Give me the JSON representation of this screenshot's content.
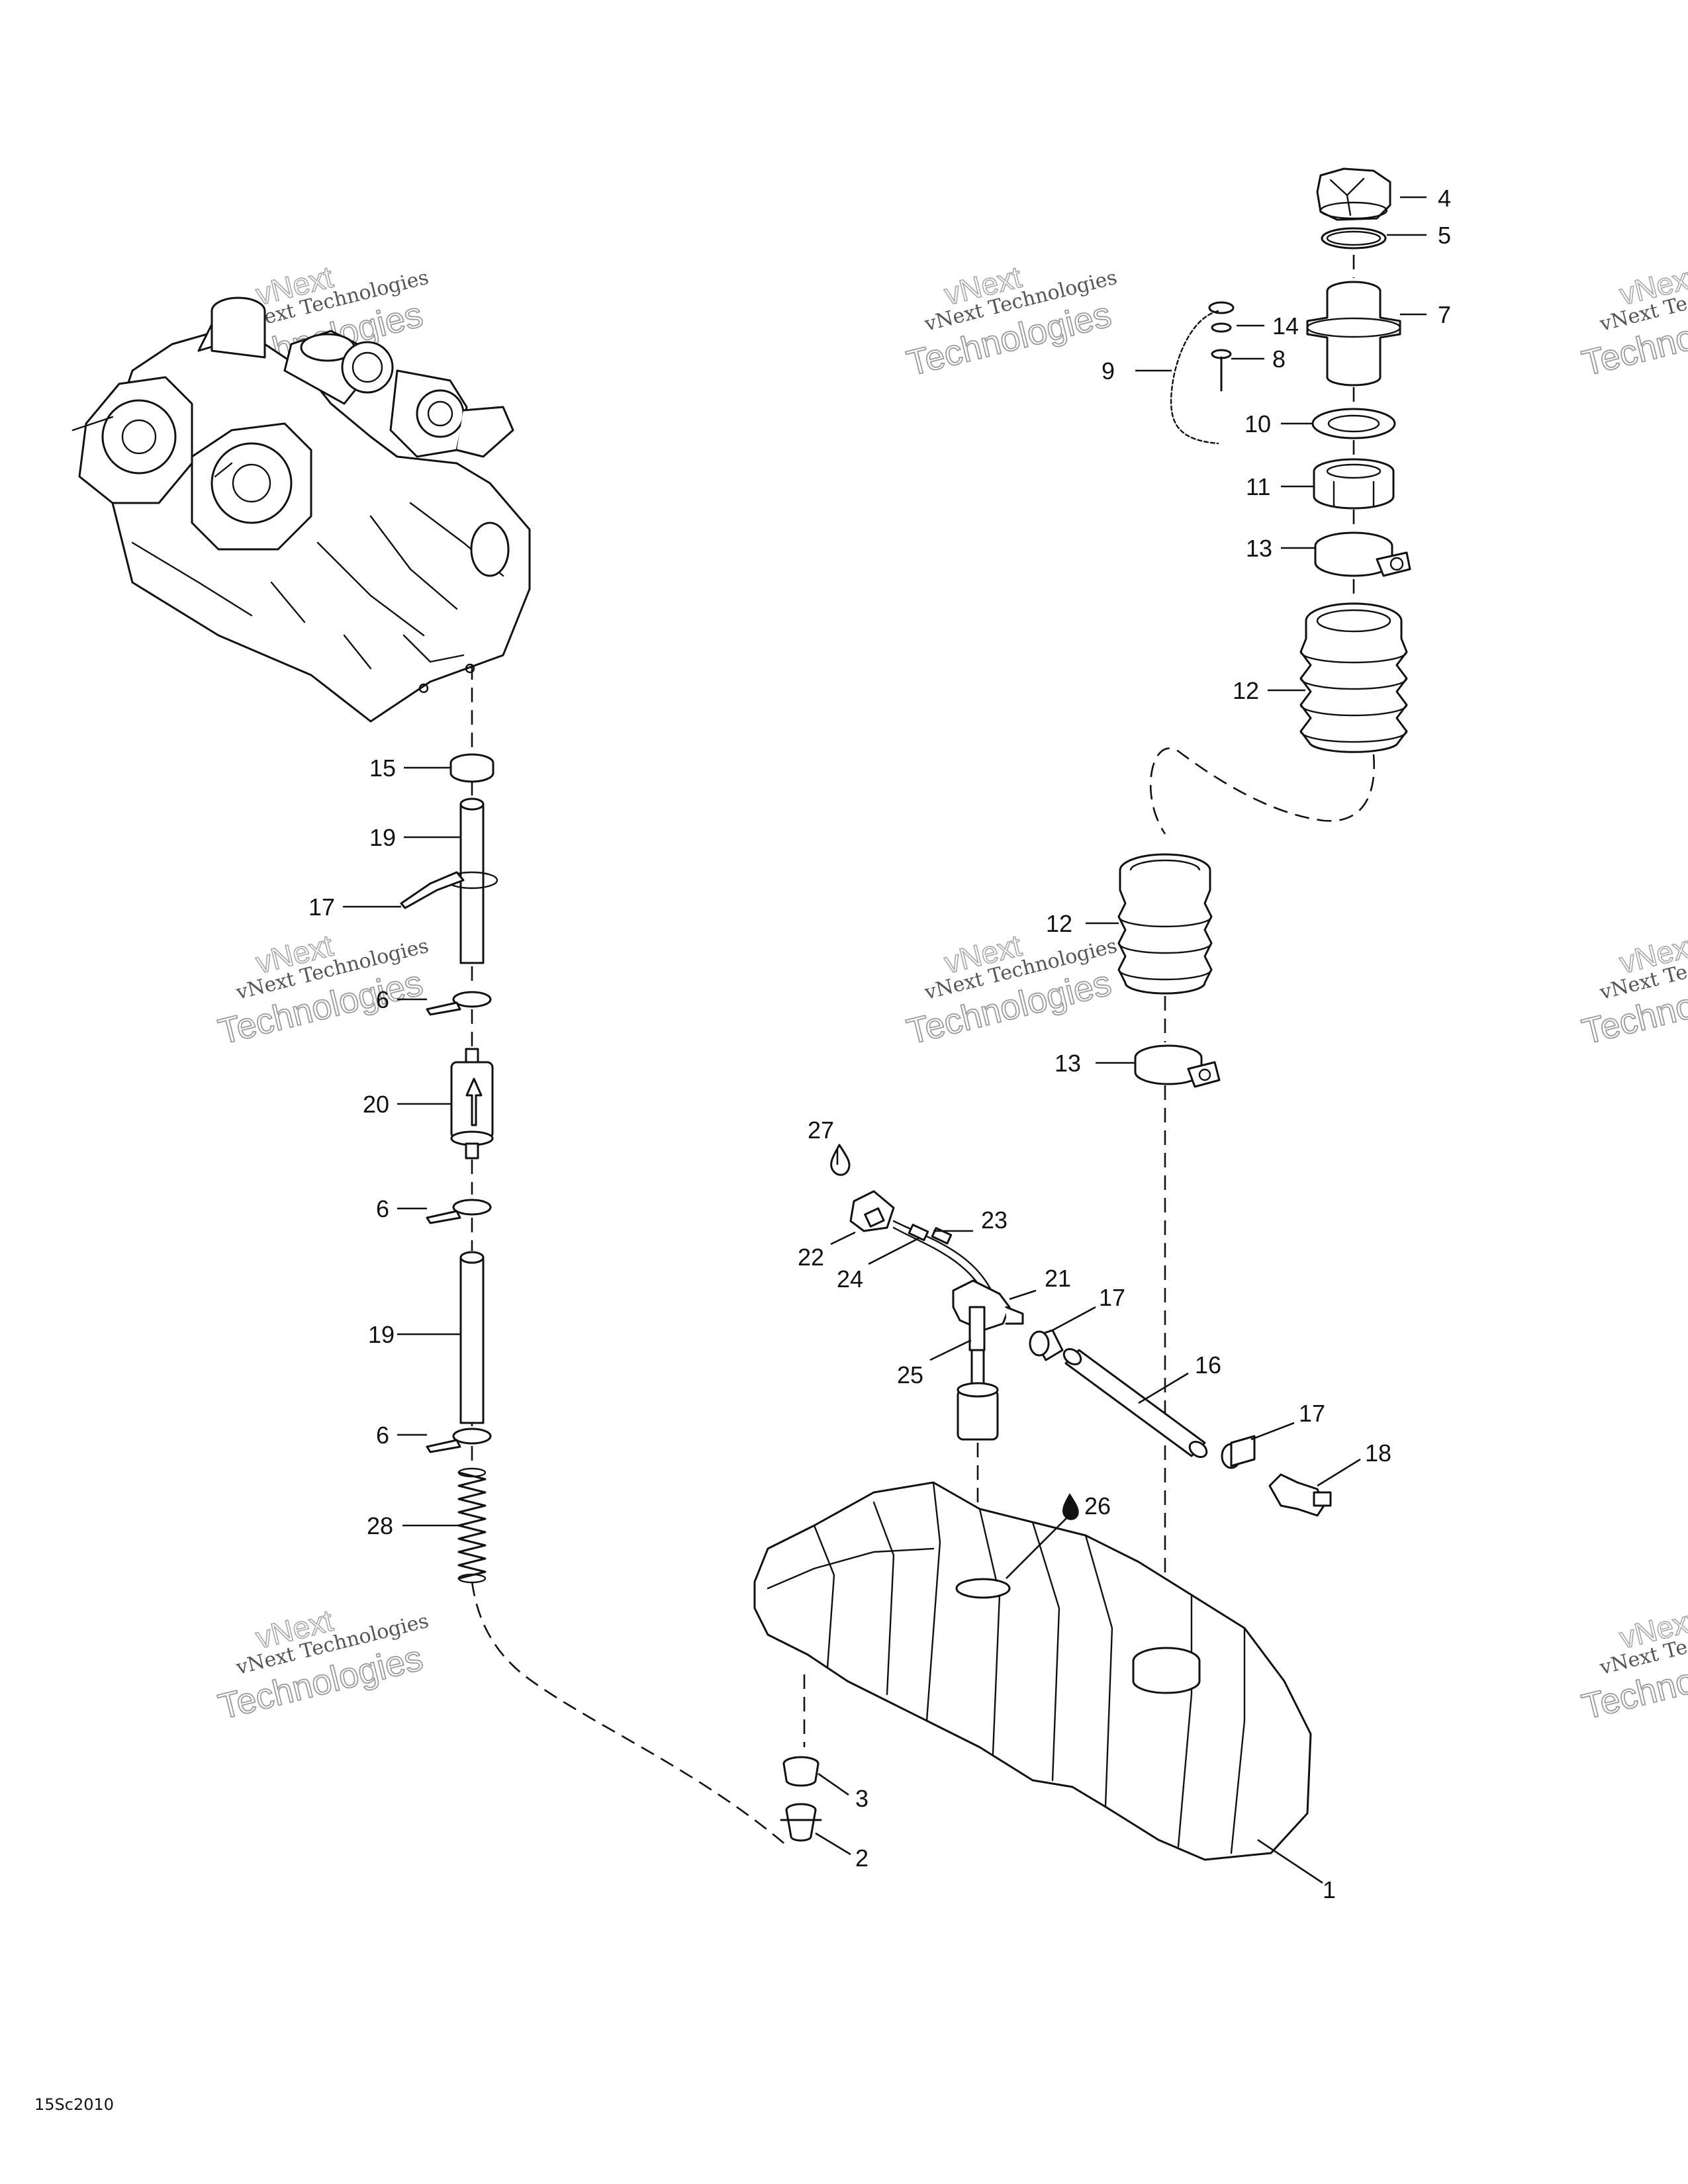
{
  "diagram_code": "15Sc2010",
  "watermarks": [
    {
      "line1": "vNext",
      "line2": "vNext Technologies",
      "line3": "Technologies"
    }
  ],
  "callouts": [
    "1",
    "2",
    "3",
    "4",
    "5",
    "6",
    "7",
    "8",
    "9",
    "10",
    "11",
    "12",
    "13",
    "14",
    "15",
    "16",
    "17",
    "18",
    "19",
    "20",
    "21",
    "22",
    "23",
    "24",
    "25",
    "26",
    "27",
    "28"
  ],
  "colors": {
    "line": "#111111",
    "background": "#ffffff",
    "watermark": "#9a9a9a"
  }
}
